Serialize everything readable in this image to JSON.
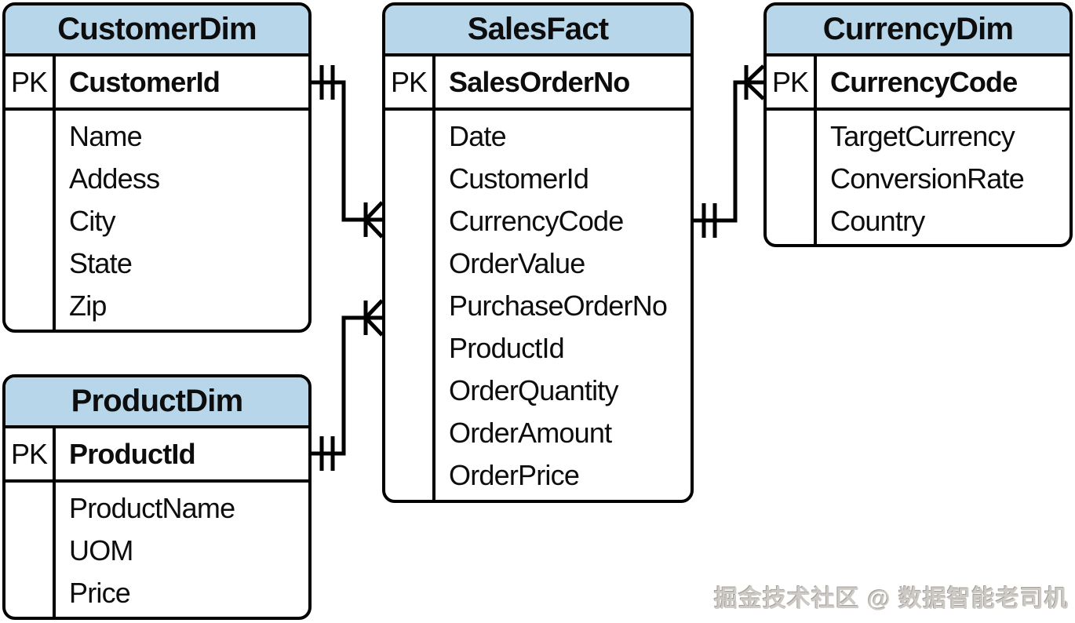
{
  "diagram": {
    "type": "entity-relationship-diagram",
    "colors": {
      "table_header_bg": "#b8d6ea",
      "border": "#000000",
      "background": "#ffffff",
      "watermark_text": "#cdc9c5"
    },
    "tables": [
      {
        "name": "CustomerDim",
        "pk_label": "PK",
        "pk_field": "CustomerId",
        "fields": [
          "Name",
          "Addess",
          "City",
          "State",
          "Zip"
        ]
      },
      {
        "name": "SalesFact",
        "pk_label": "PK",
        "pk_field": "SalesOrderNo",
        "fields": [
          "Date",
          "CustomerId",
          "CurrencyCode",
          "OrderValue",
          "PurchaseOrderNo",
          "ProductId",
          "OrderQuantity",
          "OrderAmount",
          "OrderPrice"
        ]
      },
      {
        "name": "CurrencyDim",
        "pk_label": "PK",
        "pk_field": "CurrencyCode",
        "fields": [
          "TargetCurrency",
          "ConversionRate",
          "Country"
        ]
      },
      {
        "name": "ProductDim",
        "pk_label": "PK",
        "pk_field": "ProductId",
        "fields": [
          "ProductName",
          "UOM",
          "Price"
        ]
      }
    ],
    "relationships": [
      {
        "from": "CustomerDim",
        "to": "SalesFact",
        "from_cardinality": "one-and-only-one",
        "to_cardinality": "many"
      },
      {
        "from": "ProductDim",
        "to": "SalesFact",
        "from_cardinality": "one-and-only-one",
        "to_cardinality": "many"
      },
      {
        "from": "SalesFact",
        "to": "CurrencyDim",
        "from_cardinality": "one-and-only-one",
        "to_cardinality": "many"
      }
    ],
    "watermark": "掘金技术社区 @ 数据智能老司机"
  }
}
